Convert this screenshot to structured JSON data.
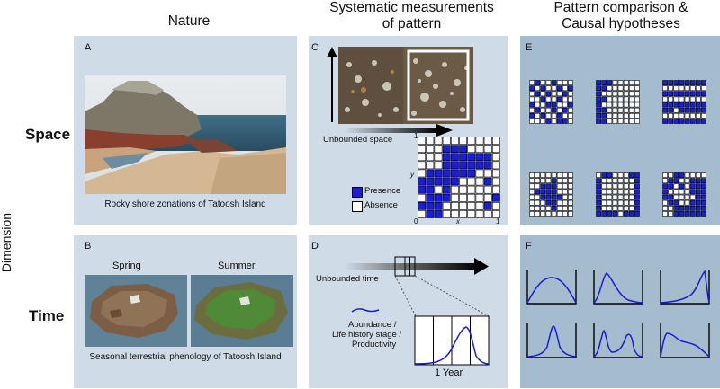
{
  "columns": {
    "nature": "Nature",
    "systematic_line1": "Systematic measurements",
    "systematic_line2": "of pattern",
    "comparison_line1": "Pattern comparison &",
    "comparison_line2": "Causal hypotheses"
  },
  "rows": {
    "space": "Space",
    "time": "Time"
  },
  "dimension_label": "Dimension",
  "panels": {
    "A": {
      "label": "A",
      "caption": "Rocky shore zonations of Tatoosh Island"
    },
    "B": {
      "label": "B",
      "spring": "Spring",
      "summer": "Summer",
      "caption": "Seasonal terrestrial phenology of Tatoosh Island"
    },
    "C": {
      "label": "C",
      "unbounded": "Unbounded space",
      "legend_presence": "Presence",
      "legend_absence": "Absence",
      "axis_x": "x",
      "axis_y": "y",
      "tick_0_x": "0",
      "tick_1_x": "1",
      "tick_1_y": "1"
    },
    "D": {
      "label": "D",
      "unbounded": "Unbounded time",
      "legend_line1": "Abundance /",
      "legend_line2": "Life history stage /",
      "legend_line3": "Productivity",
      "year": "1 Year"
    },
    "E": {
      "label": "E"
    },
    "F": {
      "label": "F"
    }
  },
  "colors": {
    "presence": "#1a1fd4",
    "absence": "#ffffff",
    "panel_mid": "#cfdbe6",
    "panel_right": "#a5bccf"
  },
  "grids": {
    "main": [
      "0000000000",
      "0001110000",
      "0001111110",
      "0001111110",
      "0111111000",
      "1111100010",
      "1101000000",
      "0111000001",
      "1110000010",
      "0110000000"
    ],
    "e1": [
      "01001000",
      "10100101",
      "01010010",
      "00100100",
      "10011001",
      "01001010",
      "10100100",
      "00010110"
    ],
    "e2": [
      "11100000",
      "11000000",
      "10000000",
      "11000000",
      "10000000",
      "11000000",
      "11000000",
      "11000000"
    ],
    "e3": [
      "11111111",
      "00000000",
      "11111111",
      "00000000",
      "11111111",
      "11011111",
      "00000000",
      "11111111"
    ],
    "e4": [
      "00000000",
      "00001000",
      "00111000",
      "01111000",
      "00111100",
      "00011000",
      "00001000",
      "00000000"
    ],
    "e5": [
      "01100011",
      "10000001",
      "10000001",
      "10000001",
      "10000001",
      "10000001",
      "10000001",
      "11110111"
    ],
    "e6": [
      "00110000",
      "01100111",
      "11010111",
      "10000111",
      "11000011",
      "01100111",
      "00111111",
      "00111111"
    ]
  }
}
